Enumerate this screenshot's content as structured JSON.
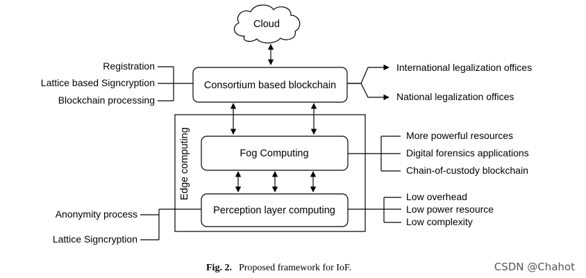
{
  "diagram": {
    "cloud": "Cloud",
    "blockchain": "Consortium based blockchain",
    "edge_label": "Edge computing",
    "fog": "Fog Computing",
    "perception": "Perception layer computing",
    "left_top": [
      "Registration",
      "Lattice based Signcryption",
      "Blockchain processing"
    ],
    "left_bottom": [
      "Anonymity process",
      "Lattice Signcryption"
    ],
    "right_top": [
      "International legalization offices",
      "National legalization offices"
    ],
    "right_mid": [
      "More powerful resources",
      "Digital forensics applications",
      "Chain-of-custody blockchain"
    ],
    "right_bottom": [
      "Low overhead",
      "Low power resource",
      "Low complexity"
    ]
  },
  "caption": {
    "label": "Fig. 2.",
    "text": "Proposed framework for IoF."
  },
  "watermark": "CSDN @Chahot"
}
